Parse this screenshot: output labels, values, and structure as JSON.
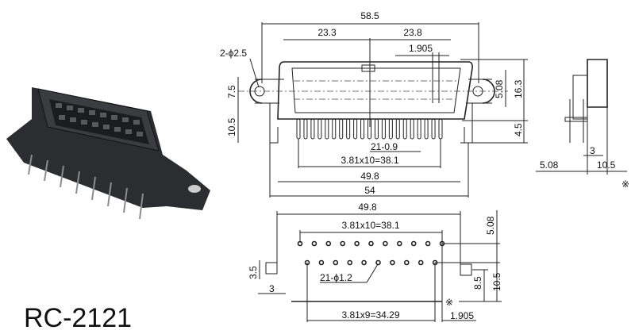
{
  "model": "RC-2121",
  "front_view": {
    "overall_width": "58.5",
    "left_half": "23.3",
    "right_half": "23.8",
    "pin_offset": "1.905",
    "mount_holes": "2-ϕ2.5",
    "hole_height": "7.5",
    "pin_length": "10.5",
    "row_pitch": "5.08",
    "body_height": "16.3",
    "lower_height": "4.5",
    "pin_count_dia": "21-0.9",
    "pin_span": "3.81x10=38.1",
    "body_width": "49.8",
    "base_width": "54"
  },
  "side_view": {
    "pin_pos": "3",
    "front_offset": "5.08",
    "depth": "10.5",
    "note_mark": "※"
  },
  "pcb_layout": {
    "width": "49.8",
    "top_row_span": "3.81x10=38.1",
    "row_pitch": "5.08",
    "hole_dia": "21-ϕ1.2",
    "slot_h": "3.5",
    "slot_w": "3",
    "slot_offset": "8.5",
    "depth": "10.5",
    "bottom_row_span": "3.81x9=34.29",
    "offset": "1.905",
    "note_mark": "※"
  }
}
